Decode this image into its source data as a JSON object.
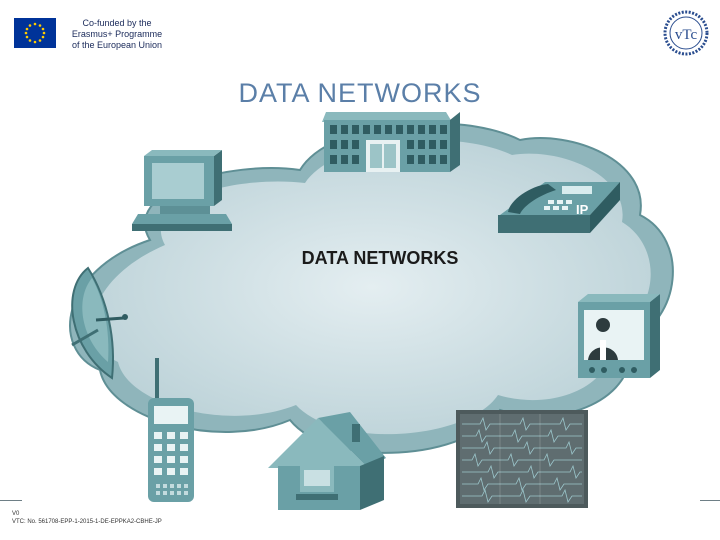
{
  "header": {
    "funding_text": [
      "Co-funded by the",
      "Erasmus+ Programme",
      "of the European Union"
    ],
    "logo_text": "vTc"
  },
  "title": "DATA NETWORKS",
  "cloud": {
    "label": "DATA NETWORKS",
    "phone_label": "IP"
  },
  "footer": {
    "version": "V0",
    "reference": "VTC: No. 561708-EPP-1-2015-1-DE-EPPKA2-CBHE-JP"
  },
  "colors": {
    "title": "#5b7fa8",
    "cloud_fill": "#c9dde2",
    "cloud_edge": "#7aa4ab",
    "device": "#6aa0a6",
    "device_dark": "#3f6f74",
    "eu_blue": "#003399"
  },
  "icons": [
    "building-icon",
    "computer-icon",
    "ip-phone-icon",
    "satellite-dish-icon",
    "tv-icon",
    "mobile-phone-icon",
    "house-icon",
    "ecg-monitor-icon"
  ]
}
